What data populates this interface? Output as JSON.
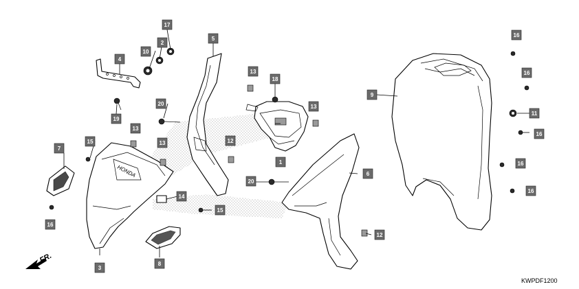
{
  "diagram_code": "KWPDF1200",
  "direction_label": "FR.",
  "logo_text": "HONDA",
  "callouts": [
    {
      "id": "c1",
      "label": "1"
    },
    {
      "id": "c2",
      "label": "2"
    },
    {
      "id": "c3",
      "label": "3"
    },
    {
      "id": "c4",
      "label": "4"
    },
    {
      "id": "c5",
      "label": "5"
    },
    {
      "id": "c6",
      "label": "6"
    },
    {
      "id": "c7",
      "label": "7"
    },
    {
      "id": "c8",
      "label": "8"
    },
    {
      "id": "c9",
      "label": "9"
    },
    {
      "id": "c10",
      "label": "10"
    },
    {
      "id": "c11",
      "label": "11"
    },
    {
      "id": "c12a",
      "label": "12"
    },
    {
      "id": "c12b",
      "label": "12"
    },
    {
      "id": "c13a",
      "label": "13"
    },
    {
      "id": "c13b",
      "label": "13"
    },
    {
      "id": "c13c",
      "label": "13"
    },
    {
      "id": "c13d",
      "label": "13"
    },
    {
      "id": "c14",
      "label": "14"
    },
    {
      "id": "c15a",
      "label": "15"
    },
    {
      "id": "c15b",
      "label": "15"
    },
    {
      "id": "c16a",
      "label": "16"
    },
    {
      "id": "c16b",
      "label": "16"
    },
    {
      "id": "c16c",
      "label": "16"
    },
    {
      "id": "c16d",
      "label": "16"
    },
    {
      "id": "c16e",
      "label": "16"
    },
    {
      "id": "c16f",
      "label": "16"
    },
    {
      "id": "c17",
      "label": "17"
    },
    {
      "id": "c18",
      "label": "18"
    },
    {
      "id": "c19",
      "label": "19"
    },
    {
      "id": "c20a",
      "label": "20"
    },
    {
      "id": "c20b",
      "label": "20"
    }
  ]
}
